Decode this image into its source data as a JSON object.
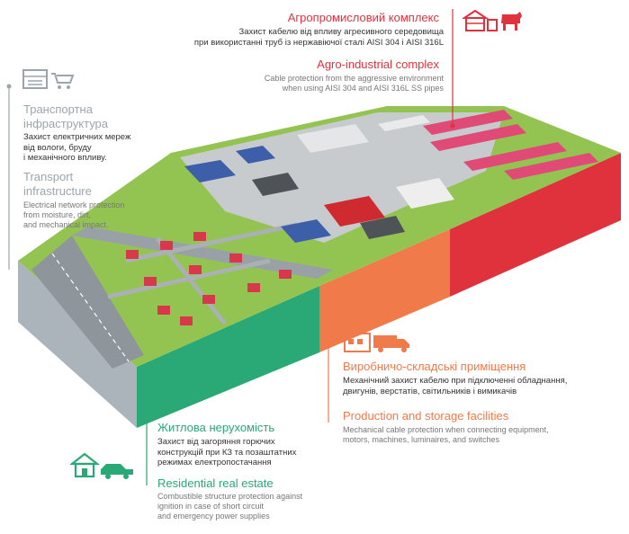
{
  "colors": {
    "agro": "#e0323c",
    "production": "#f07a4a",
    "residential": "#2aa876",
    "transport": "#9aa6ad",
    "grass": "#8fc34a",
    "road": "#8e959b"
  },
  "agro": {
    "icon": "farm-cow-icon",
    "title_ua": "Агропромисловий комплекс",
    "desc_ua_1": "Захист кабелю від впливу агресивного середовища",
    "desc_ua_2": "при використанні труб із нержавіючої сталі AISI 304 і AISI 316L",
    "title_en": "Agro-industrial complex",
    "desc_en_1": "Cable protection from the aggressive environment",
    "desc_en_2": "when using AISI 304 and AISI 316L SS pipes"
  },
  "transport": {
    "icon": "shop-cart-icon",
    "title_ua_1": "Транспортна",
    "title_ua_2": "інфраструктура",
    "desc_ua_1": "Захист електричних мереж",
    "desc_ua_2": "від вологи, бруду",
    "desc_ua_3": "і механічного впливу.",
    "title_en_1": "Transport",
    "title_en_2": "infrastructure",
    "desc_en_1": "Electrical network protection",
    "desc_en_2": "from moisture, dirt,",
    "desc_en_3": "and mechanical impact."
  },
  "production": {
    "icon": "factory-truck-icon",
    "title_ua": "Виробничо-складські приміщення",
    "desc_ua_1": "Механічний захист кабелю при підключенні обладнання,",
    "desc_ua_2": "двигунів, верстатів, світильників і вимикачів",
    "title_en": "Production and storage facilities",
    "desc_en_1": "Mechanical cable protection when connecting equipment,",
    "desc_en_2": "motors, machines, luminaires, and switches"
  },
  "residential": {
    "icon": "house-car-icon",
    "title_ua": "Житлова нерухомість",
    "desc_ua_1": "Захист від загоряння горючих",
    "desc_ua_2": "конструкцій при КЗ та позаштатних",
    "desc_ua_3": "режимах електропостачання",
    "title_en": "Residential real estate",
    "desc_en_1": "Combustible structure protection against",
    "desc_en_2": "ignition in case of short circuit",
    "desc_en_3": "and emergency power supplies"
  }
}
